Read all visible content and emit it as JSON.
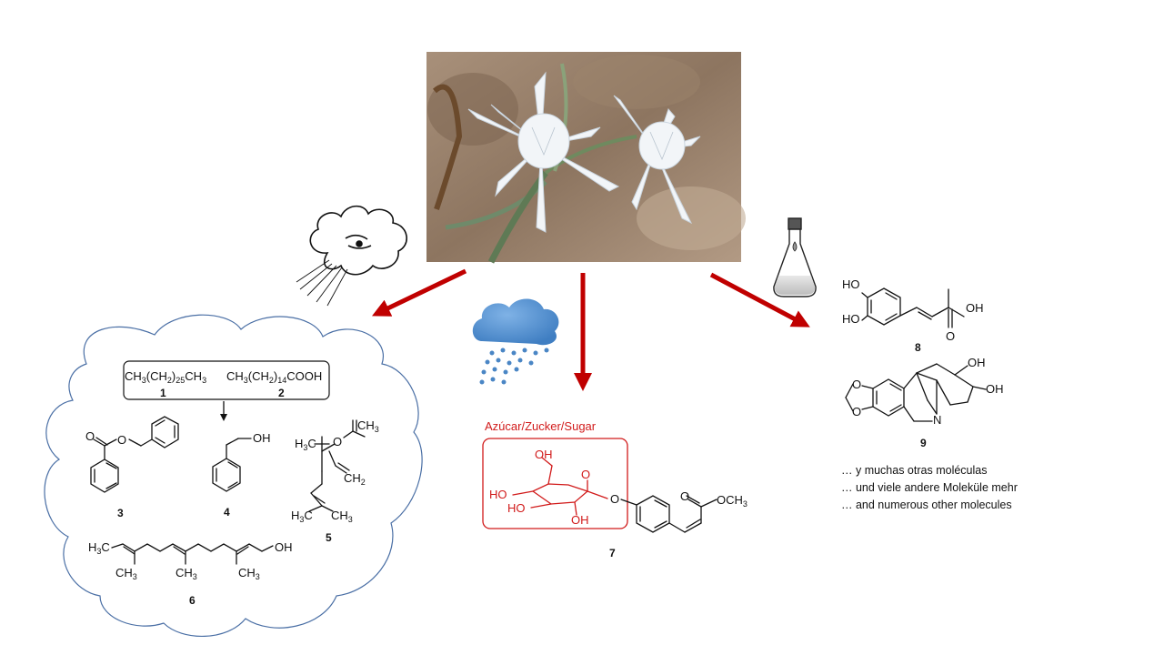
{
  "compounds": {
    "c1": {
      "formula_a": "CH",
      "sub_a": "3",
      "formula_b": "(CH",
      "sub_b": "2",
      "formula_c": ")",
      "sub_c": "25",
      "formula_d": "CH",
      "sub_d": "3",
      "number": "1"
    },
    "c2": {
      "formula_a": "CH",
      "sub_a": "3",
      "formula_b": "(CH",
      "sub_b": "2",
      "formula_c": ")",
      "sub_c": "14",
      "formula_d": "COOH",
      "number": "2"
    },
    "c3": {
      "ester_o1": "O",
      "ester_o2": "O",
      "number": "3"
    },
    "c4": {
      "oh": "OH",
      "number": "4"
    },
    "c5": {
      "me1": "CH",
      "me1_sub": "3",
      "h3c": "H",
      "h3c_sub": "3",
      "h3c_c": "C",
      "o": "O",
      "ch2": "CH",
      "ch2_sub": "2",
      "h3c2": "H",
      "h3c2_sub": "3",
      "h3c2_c": "C",
      "ch3b": "CH",
      "ch3b_sub": "3",
      "number": "5"
    },
    "c6": {
      "h3c": "H",
      "h3c_sub": "3",
      "h3c_c": "C",
      "ch3a": "CH",
      "ch3a_sub": "3",
      "ch3b": "CH",
      "ch3b_sub": "3",
      "ch3c": "CH",
      "ch3c_sub": "3",
      "oh": "OH",
      "number": "6"
    },
    "c7": {
      "sugar_label": "Azúcar/Zucker/Sugar",
      "oh1": "OH",
      "ho1": "HO",
      "ho2": "HO",
      "oh2": "OH",
      "o_ring": "O",
      "o_link": "O",
      "o_carbonyl": "O",
      "och3": "OCH",
      "och3_sub": "3",
      "number": "7"
    },
    "c8": {
      "ho1": "HO",
      "ho2": "HO",
      "oh": "OH",
      "o": "O",
      "number": "8"
    },
    "c9": {
      "oh1": "OH",
      "oh2": "OH",
      "n": "N",
      "o1": "O",
      "o2": "O",
      "number": "9"
    }
  },
  "notes": [
    "… y muchas otras moléculas",
    "… und viele andere Moleküle mehr",
    "… and numerous other molecules"
  ],
  "icons": [
    "flower-photo",
    "blowing-cloud-icon",
    "rain-cloud-icon",
    "erlenmeyer-flask-icon"
  ],
  "colors": {
    "arrow": "#c00000",
    "sugar": "#d11a1a",
    "cloud_outline": "#4a6fa5",
    "rain": "#4a86c5"
  }
}
